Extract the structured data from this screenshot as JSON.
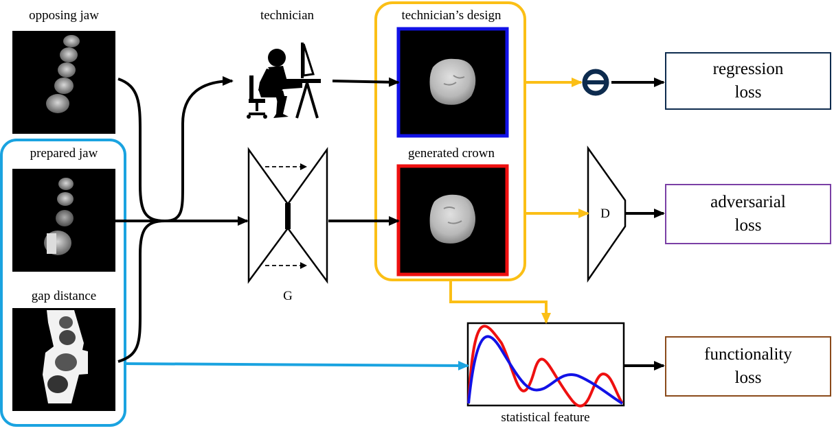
{
  "inputs": {
    "opposing_jaw": "opposing jaw",
    "prepared_jaw": "prepared jaw",
    "gap_distance": "gap distance"
  },
  "nodes": {
    "technician": "technician",
    "generator": "G",
    "discriminator": "D",
    "statistical_feature": "statistical feature"
  },
  "outputs": {
    "technicians_design": "technician’s design",
    "generated_crown": "generated crown"
  },
  "losses": {
    "regression": [
      "regression",
      "loss"
    ],
    "adversarial": [
      "adversarial",
      "loss"
    ],
    "functionality": [
      "functionality",
      "loss"
    ]
  },
  "colors": {
    "input_group": "#1aa3e0",
    "output_group": "#fbbf16",
    "technician_frame": "#1212e6",
    "generated_frame": "#ee1010",
    "regression_box": "#0d2b4e",
    "adversarial_box": "#7a3fa5",
    "functionality_box": "#8a4a1a",
    "curve_red": "#ee1010",
    "curve_blue": "#1212e6"
  }
}
